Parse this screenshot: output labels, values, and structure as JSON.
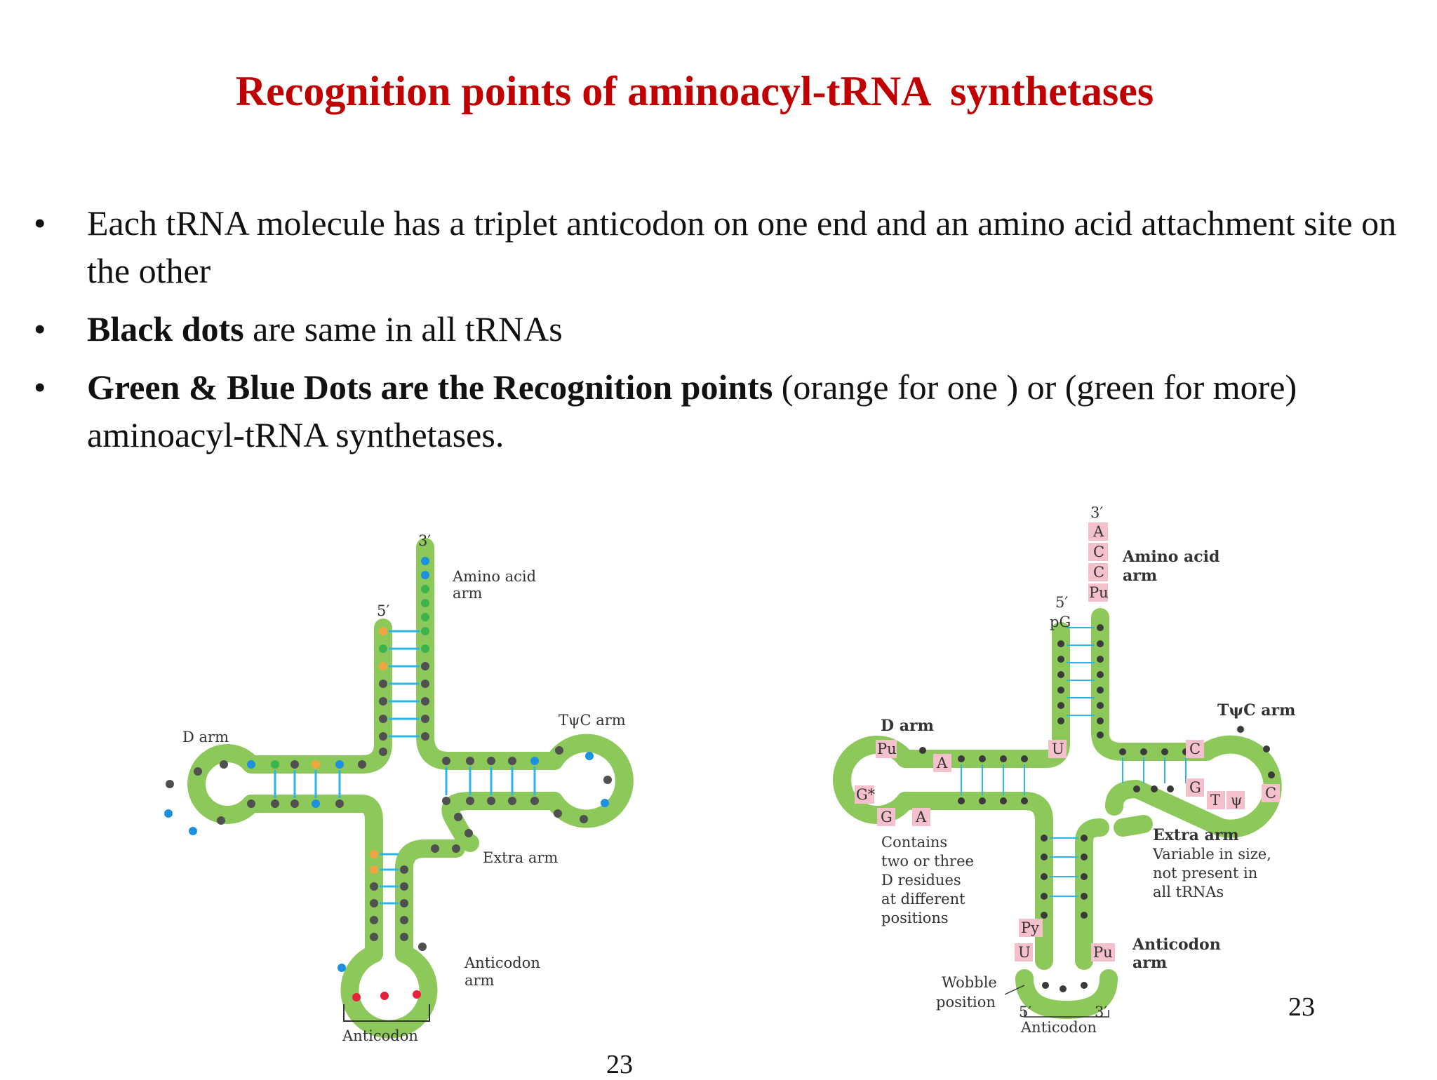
{
  "slide": {
    "title": "Recognition points of aminoacyl-tRNA  synthetases",
    "bullets": [
      {
        "bold": "",
        "text": "Each tRNA molecule has a triplet anticodon on one end and an amino acid attachment site on the other"
      },
      {
        "bold": " Black dots",
        "text": " are same in all tRNAs"
      },
      {
        "bold": " Green & Blue Dots are the Recognition points",
        "text": " (orange for one ) or (green for more) aminoacyl-tRNA synthetases."
      }
    ],
    "bullet_symbol": "•",
    "page_number_center": "23",
    "page_number_right": "23"
  },
  "left_diagram": {
    "three_prime": "3′",
    "five_prime": "5′",
    "amino_acid_arm": [
      "Amino acid",
      "arm"
    ],
    "tpsic_arm": "TψC arm",
    "d_arm": "D arm",
    "extra_arm": "Extra arm",
    "anticodon_arm": [
      "Anticodon",
      "arm"
    ],
    "anticodon": "Anticodon"
  },
  "right_diagram": {
    "three_prime_top": "3′",
    "acceptor_bases": [
      "A",
      "C",
      "C",
      "Pu"
    ],
    "five_prime": "5′",
    "pG": "pG",
    "amino_acid_arm": [
      "Amino acid",
      "arm"
    ],
    "tpsic_arm": "TψC arm",
    "d_arm": "D arm",
    "d_bases": [
      "Pu",
      "A",
      "G*",
      "G",
      "A"
    ],
    "u_base": "U",
    "t_loop_bases": [
      "C",
      "G",
      "T",
      "ψ",
      "C"
    ],
    "d_note": [
      "Contains",
      "two or three",
      "D residues",
      "at different",
      "positions"
    ],
    "extra_arm_title": "Extra arm",
    "extra_arm_note": [
      "Variable in size,",
      "not present in",
      "all tRNAs"
    ],
    "anticodon_bases": [
      "Py",
      "U",
      "Pu"
    ],
    "anticodon_arm": [
      "Anticodon",
      "arm"
    ],
    "wobble": [
      "Wobble",
      "position"
    ],
    "five_prime_bottom": "5′",
    "three_prime_bottom": "3′",
    "anticodon": "Anticodon"
  },
  "colors": {
    "title": "#c00000",
    "strand": "#8dc85a",
    "black_dot": "#505050",
    "blue_dot": "#1e90e0",
    "green_dot": "#3cb44b",
    "orange_dot": "#f5a540",
    "red_dot": "#e8213a",
    "pair_line": "#2cb5e6",
    "base_box": "#f4c0cb"
  }
}
